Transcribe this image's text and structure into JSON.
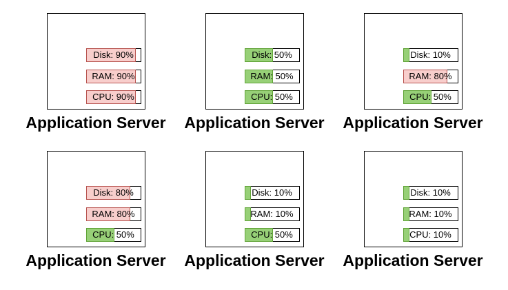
{
  "page": {
    "background": "#ffffff"
  },
  "colors": {
    "ok_fill": "#97d077",
    "ok_stroke": "#60a337",
    "alert_fill": "#f8cecc",
    "alert_stroke": "#b85450",
    "bar_background": "#ffffff",
    "bar_border": "#000000",
    "box_border": "#000000",
    "text": "#000000"
  },
  "servers": [
    {
      "label": "Application Server",
      "metrics": [
        {
          "name": "Disk",
          "value": 90,
          "text": "Disk: 90%",
          "status": "alert"
        },
        {
          "name": "RAM",
          "value": 90,
          "text": "RAM: 90%",
          "status": "alert"
        },
        {
          "name": "CPU",
          "value": 90,
          "text": "CPU: 90%",
          "status": "alert"
        }
      ]
    },
    {
      "label": "Application Server",
      "metrics": [
        {
          "name": "Disk",
          "value": 50,
          "text": "Disk: 50%",
          "status": "ok"
        },
        {
          "name": "RAM",
          "value": 50,
          "text": "RAM: 50%",
          "status": "ok"
        },
        {
          "name": "CPU",
          "value": 50,
          "text": "CPU: 50%",
          "status": "ok"
        }
      ]
    },
    {
      "label": "Application Server",
      "metrics": [
        {
          "name": "Disk",
          "value": 10,
          "text": "Disk: 10%",
          "status": "ok"
        },
        {
          "name": "RAM",
          "value": 80,
          "text": "RAM: 80%",
          "status": "alert"
        },
        {
          "name": "CPU",
          "value": 50,
          "text": "CPU: 50%",
          "status": "ok"
        }
      ]
    },
    {
      "label": "Application Server",
      "metrics": [
        {
          "name": "Disk",
          "value": 80,
          "text": "Disk: 80%",
          "status": "alert"
        },
        {
          "name": "RAM",
          "value": 80,
          "text": "RAM: 80%",
          "status": "alert"
        },
        {
          "name": "CPU",
          "value": 50,
          "text": "CPU: 50%",
          "status": "ok"
        }
      ]
    },
    {
      "label": "Application Server",
      "metrics": [
        {
          "name": "Disk",
          "value": 10,
          "text": "Disk: 10%",
          "status": "ok"
        },
        {
          "name": "RAM",
          "value": 10,
          "text": "RAM: 10%",
          "status": "ok"
        },
        {
          "name": "CPU",
          "value": 50,
          "text": "CPU: 50%",
          "status": "ok"
        }
      ]
    },
    {
      "label": "Application Server",
      "metrics": [
        {
          "name": "Disk",
          "value": 10,
          "text": "Disk: 10%",
          "status": "ok"
        },
        {
          "name": "RAM",
          "value": 10,
          "text": "RAM: 10%",
          "status": "ok"
        },
        {
          "name": "CPU",
          "value": 10,
          "text": "CPU: 10%",
          "status": "ok"
        }
      ]
    }
  ]
}
